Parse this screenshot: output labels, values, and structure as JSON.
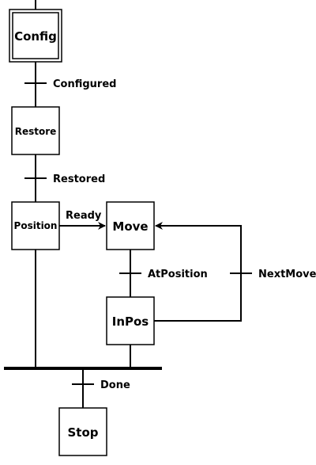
{
  "steps": {
    "config": "Config",
    "restore": "Restore",
    "position": "Position",
    "move": "Move",
    "inpos": "InPos",
    "stop": "Stop"
  },
  "transitions": {
    "configured": "Configured",
    "restored": "Restored",
    "ready": "Ready",
    "at_position": "AtPosition",
    "next_move": "NextMove",
    "done": "Done"
  }
}
